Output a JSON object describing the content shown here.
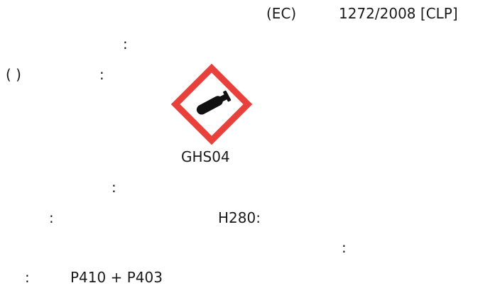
{
  "regulation": {
    "prefix": "(EC)",
    "number": "1272/2008 [CLP]"
  },
  "signal_word_row": {
    "colon": ":"
  },
  "pictogram_row": {
    "paren": "(   )",
    "colon": ":"
  },
  "pictogram": {
    "code": "GHS04",
    "icon": "gas-cylinder-icon",
    "border_color": "#e8403a",
    "symbol_color": "#111111"
  },
  "hazard_heading": {
    "colon": ":"
  },
  "hazard_statement": {
    "colon": ":",
    "code": "H280:"
  },
  "precaution_heading": {
    "colon": ":"
  },
  "precaution_statement": {
    "colon": ":",
    "code": "P410 + P403"
  }
}
